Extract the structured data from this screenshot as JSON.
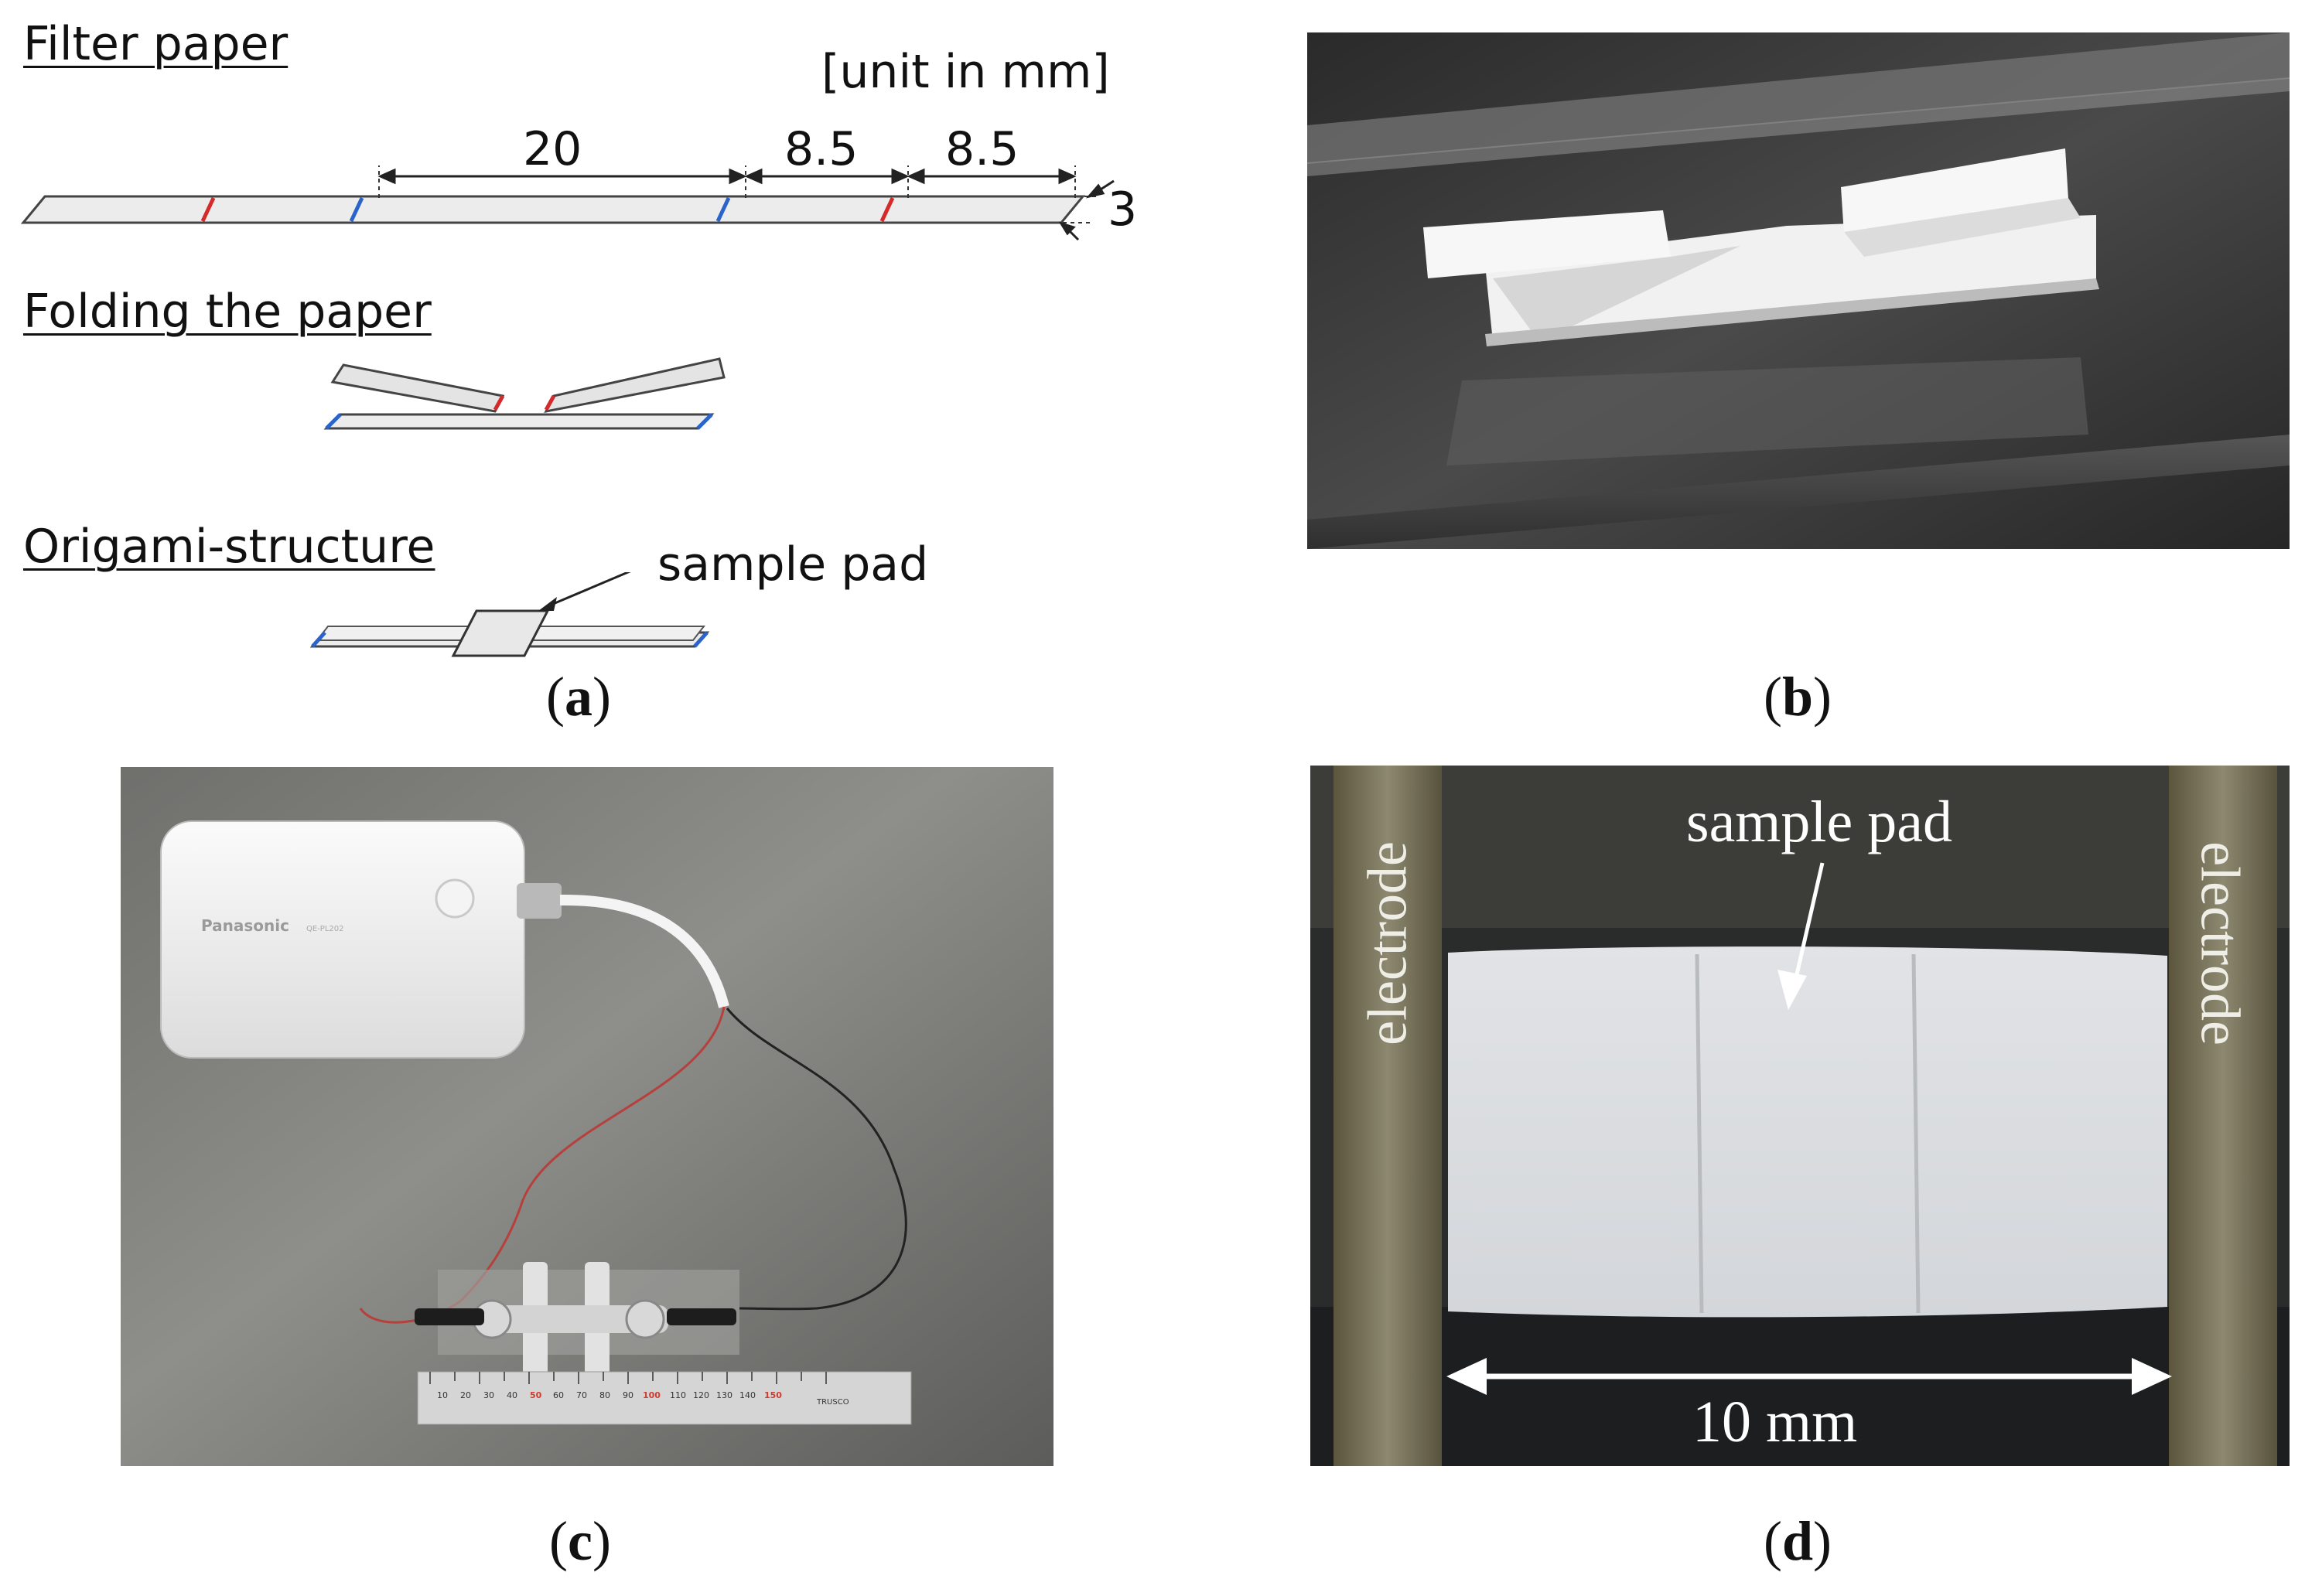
{
  "panel_a": {
    "heading_filter": "Filter paper",
    "heading_folding": "Folding the paper",
    "heading_origami": "Origami-structure",
    "unit_note": "[unit in mm]",
    "dim_20": "20",
    "dim_8_5_first": "8.5",
    "dim_8_5_second": "8.5",
    "dim_3": "3",
    "sample_pad_label": "sample pad",
    "fold_colors": {
      "outer_fold": "#2a63c9",
      "inner_fold": "#d42a2a"
    }
  },
  "panel_c": {
    "brand": "Panasonic",
    "model": "QE-PL202",
    "ruler_mark_10": "10",
    "ruler_mark_20": "20",
    "ruler_mark_30": "30",
    "ruler_mark_40": "40",
    "ruler_mark_50": "50",
    "ruler_mark_60": "60",
    "ruler_mark_70": "70",
    "ruler_mark_80": "80",
    "ruler_mark_90": "90",
    "ruler_mark_100": "100",
    "ruler_mark_110": "110",
    "ruler_mark_120": "120",
    "ruler_mark_130": "130",
    "ruler_mark_140": "140",
    "ruler_mark_150": "150",
    "ruler_brand": "TRUSCO"
  },
  "panel_d": {
    "left_electrode": "electrode",
    "right_electrode": "electrode",
    "sample_pad_label": "sample pad",
    "scale_label": "10 mm"
  },
  "captions": {
    "a": {
      "open": "(",
      "letter": "a",
      "close": ")"
    },
    "b": {
      "open": "(",
      "letter": "b",
      "close": ")"
    },
    "c": {
      "open": "(",
      "letter": "c",
      "close": ")"
    },
    "d": {
      "open": "(",
      "letter": "d",
      "close": ")"
    }
  }
}
